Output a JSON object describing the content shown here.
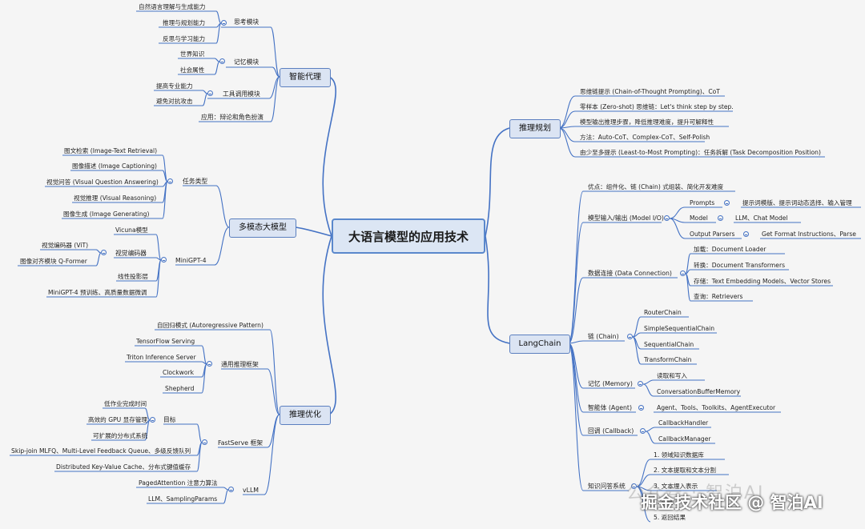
{
  "root": "大语言模型的应用技术",
  "branches": {
    "agent": "智能代理",
    "mm": "多模态大模型",
    "infer": "推理优化",
    "reason": "推理规划",
    "lc": "LangChain"
  },
  "agent": {
    "think": {
      "label": "思考模块",
      "items": [
        "自然语言理解与生成能力",
        "推理与规划能力",
        "反思与学习能力"
      ]
    },
    "memory": {
      "label": "记忆模块",
      "items": [
        "世界知识",
        "社会属性"
      ]
    },
    "tool": {
      "label": "工具调用模块",
      "items": [
        "提高专业能力",
        "避免对抗攻击"
      ]
    },
    "app": "应用：辩论和角色扮演"
  },
  "mm": {
    "task": {
      "label": "任务类型",
      "items": [
        "图文检索 (Image-Text Retrieval)",
        "图像描述 (Image Captioning)",
        "视觉问答 (Visual Question Answering)",
        "视觉推理 (Visual Reasoning)",
        "图像生成 (Image Generating)"
      ]
    },
    "minigpt": {
      "label": "MiniGPT-4",
      "vicuna": "Vicuna模型",
      "encoder": {
        "label": "视觉编码器",
        "items": [
          "视觉编码器 (ViT)",
          "图像对齐模块 Q-Former"
        ]
      },
      "linear": "线性投影层",
      "train": "MiniGPT-4 预训练、高质量数据微调"
    }
  },
  "infer": {
    "auto": "自回归模式 (Autoregressive Pattern)",
    "general": {
      "label": "通用推理框架",
      "items": [
        "TensorFlow Serving",
        "Triton Inference Server",
        "Clockwork",
        "Shepherd"
      ]
    },
    "fastserve": {
      "label": "FastServe 框架",
      "goal": {
        "label": "目标",
        "items": [
          "低作业完成时间",
          "高效的 GPU 显存管理",
          "可扩展的分布式系统"
        ]
      },
      "skip": "Skip-join MLFQ、Multi-Level Feedback Queue、多级反馈队列",
      "kv": "Distributed Key-Value Cache、分布式键值缓存"
    },
    "vllm": {
      "label": "vLLM",
      "items": [
        "PagedAttention 注意力算法",
        "LLM、SamplingParams"
      ]
    }
  },
  "reason": {
    "items": [
      "思维链提示 (Chain-of-Thought Prompting)、CoT",
      "零样本 (Zero-shot) 思维链：Let's think step by step.",
      "模型输出推理步骤，降低推理难度，提升可解释性",
      "方法：Auto-CoT、Complex-CoT、Self-Polish",
      "由少至多提示 (Least-to-Most Prompting)：任务拆解 (Task Decomposition Position)"
    ]
  },
  "lc": {
    "adv": "优点：组件化、链 (Chain) 式组装、简化开发难度",
    "io": {
      "label": "模型输入/输出 (Model I/O)",
      "prompts": "Prompts",
      "prompts_detail": "提示词模版、提示词动态选择、输入管理",
      "model": "Model",
      "model_detail": "LLM、Chat Model",
      "parsers": "Output Parsers",
      "parsers_detail": "Get Format Instructions、Parse"
    },
    "data": {
      "label": "数据连接 (Data Connection)",
      "items": [
        "加载：Document Loader",
        "转换：Document Transformers",
        "存储：Text Embedding Models、Vector Stores",
        "查询：Retrievers"
      ]
    },
    "chain": {
      "label": "链 (Chain)",
      "items": [
        "RouterChain",
        "SimpleSequentialChain",
        "SequentialChain",
        "TransformChain"
      ]
    },
    "memory": {
      "label": "记忆 (Memory)",
      "items": [
        "读取和写入",
        "ConversationBufferMemory"
      ]
    },
    "agent": {
      "label": "智能体 (Agent)",
      "detail": "Agent、Tools、Toolkits、AgentExecutor"
    },
    "callback": {
      "label": "回调 (Callback)",
      "items": [
        "CallbackHandler",
        "CallbackManager"
      ]
    },
    "qa": {
      "label": "知识问答系统",
      "items": [
        "1. 领域知识数据库",
        "2. 文本提取和文本分割",
        "3. 文本埋入表示",
        "4. 查询",
        "5. 返回结果"
      ]
    }
  },
  "watermark": "公众号 · 智泊AI",
  "credit": "掘金技术社区 @ 智泊AI",
  "colors": {
    "line": "#4472c4",
    "box_fill": "#dbe4f3",
    "box_border": "#5b7fbf"
  }
}
